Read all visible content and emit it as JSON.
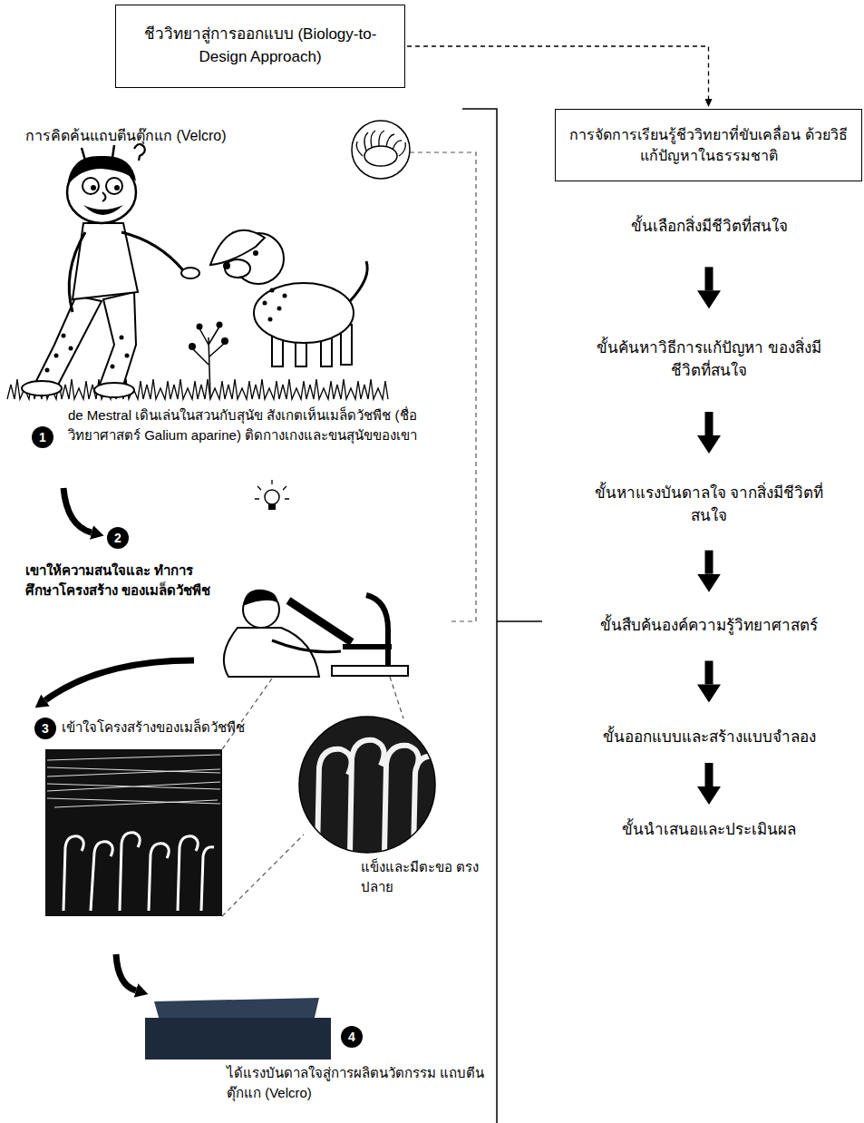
{
  "diagram": {
    "nodes": [
      {
        "text": [
          "ชีววิทยาสู่การออกแบบ (Biology-to-Design Approach)"
        ]
      },
      {
        "text": [
          "การจัดการเรียนรู้ชีววิทยาที่ขับเคลื่อน ด้วยวิธีแก้ปัญหาในธรรมชาติ"
        ]
      },
      {
        "text": [
          "ขั้นเลือกสิ่งมีชีวิตที่สนใจ"
        ]
      },
      {
        "text": [
          "ขั้นค้นหาวิธีการแก้ปัญหา ของสิ่งมีชีวิตที่สนใจ"
        ]
      },
      {
        "text": [
          "ขั้นหาแรงบันดาลใจ จากสิ่งมีชีวิตที่สนใจ"
        ]
      },
      {
        "text": [
          "ขั้นสืบค้นองค์ความรู้วิทยาศาสตร์"
        ]
      },
      {
        "text": [
          "ขั้นออกแบบและสร้างแบบจำลอง"
        ]
      },
      {
        "text": [
          "ขั้นนำเสนอและประเมินผล"
        ]
      },
      {
        "text": [
          "1"
        ]
      },
      {
        "text": [
          "2"
        ]
      },
      {
        "text": [
          "3"
        ]
      },
      {
        "text": [
          "4"
        ]
      }
    ],
    "edges": [
      {
        "from": 0,
        "to": 1,
        "arrow": "to"
      },
      {
        "from": 2,
        "to": 3,
        "arrow": "to"
      },
      {
        "from": 3,
        "to": 4,
        "arrow": "to"
      },
      {
        "from": 4,
        "to": 5,
        "arrow": "to"
      },
      {
        "from": 5,
        "to": 6,
        "arrow": "to"
      },
      {
        "from": 6,
        "to": 7,
        "arrow": "to"
      }
    ],
    "labels": [
      "การคิดค้นแถบตีนตุ๊กแก (Velcro)",
      "de Mestral เดินเล่นในสวนกับสุนัข สังเกตเห็นเมล็ดวัชพืช (ชื่อวิทยาศาสตร์ Galium aparine) ติดกางเกงและขนสุนัขของเขา",
      "เขาให้ความสนใจและ ทำการศึกษาโครงสร้าง ของเมล็ดวัชพืช",
      "เข้าใจโครงสร้างของเมล็ดวัชพืช",
      "แข็งและมีตะขอ ตรงปลาย",
      "ได้แรงบันดาลใจสู่การผลิตนวัตกรรม แถบตีนตุ๊กแก (Velcro)"
    ]
  }
}
